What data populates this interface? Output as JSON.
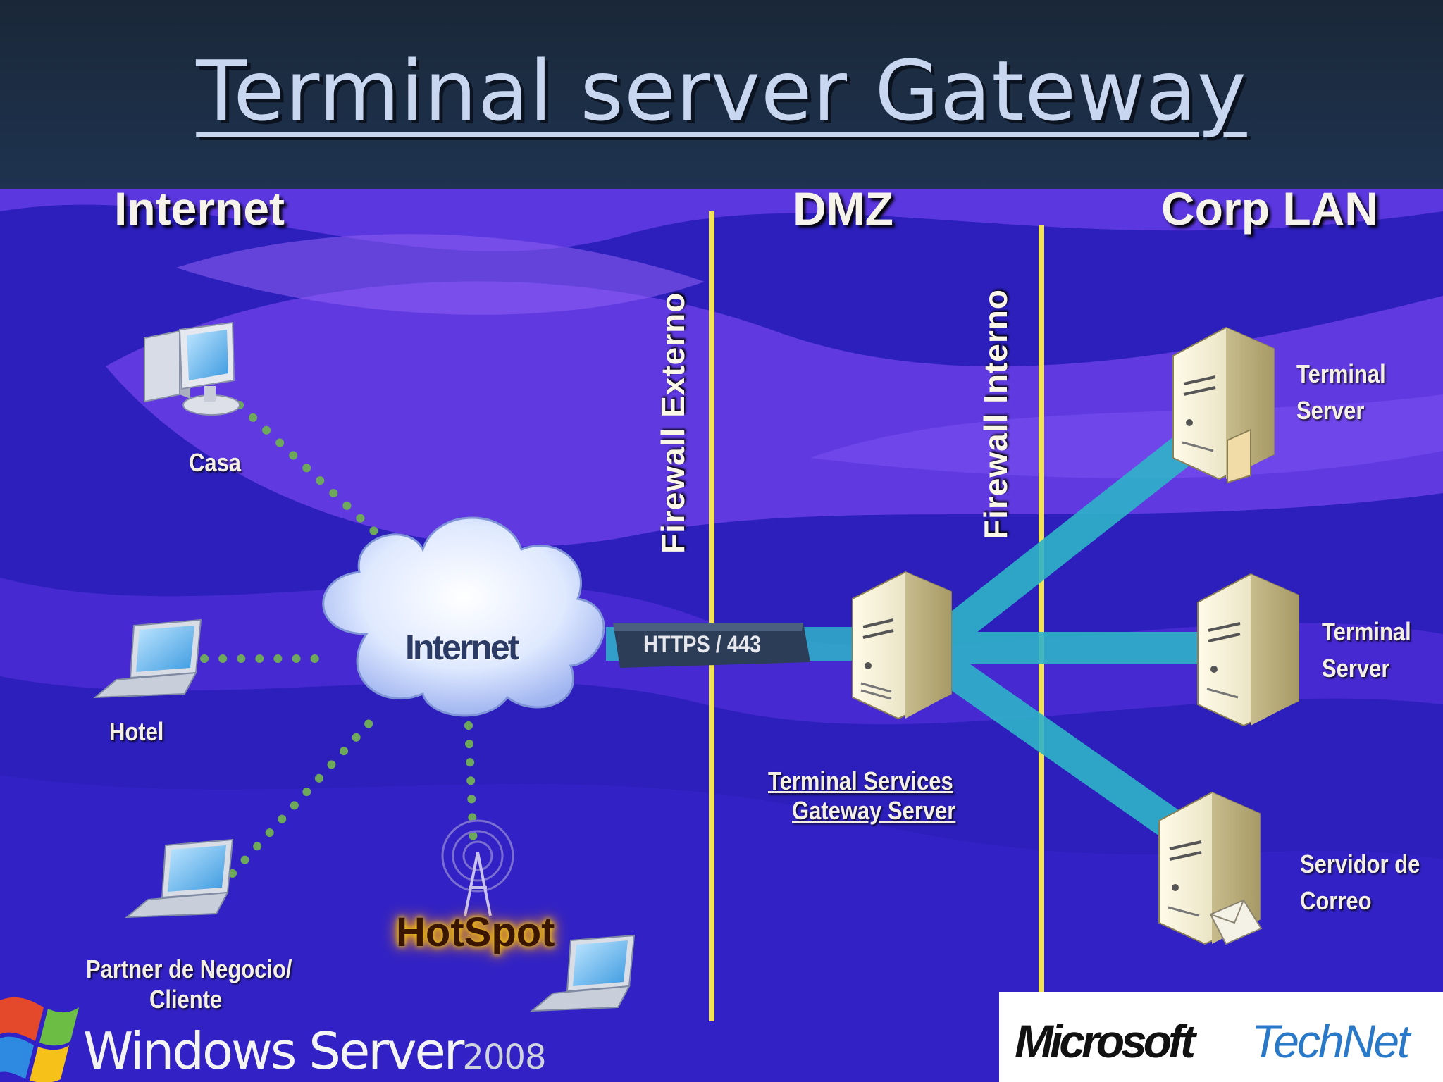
{
  "title": "Terminal server Gateway",
  "zones": {
    "internet": "Internet",
    "dmz": "DMZ",
    "corp_lan": "Corp LAN"
  },
  "firewalls": {
    "external": "Firewall Externo",
    "internal": "Firewall Interno"
  },
  "clients": {
    "home": "Casa",
    "hotel": "Hotel",
    "partner_line1": "Partner de Negocio/",
    "partner_line2": "Cliente",
    "hotspot": "HotSpot"
  },
  "cloud_label": "Internet",
  "link_label": "HTTPS / 443",
  "gateway": {
    "line1": "Terminal Services",
    "line2": "Gateway Server"
  },
  "servers": {
    "ts1_line1": "Terminal",
    "ts1_line2": "Server",
    "ts2_line1": "Terminal",
    "ts2_line2": "Server",
    "mail_line1": "Servidor de",
    "mail_line2": "Correo"
  },
  "logos": {
    "windows_server": "Windows Server",
    "windows_year": "2008",
    "microsoft": "Microsoft",
    "technet": "TechNet"
  },
  "colors": {
    "background": "#2a1fb8",
    "header": "#1e3350",
    "firewall_line": "#f2e15a",
    "lan_link": "#2fb3c9",
    "dotted_link": "#6ea85a"
  }
}
